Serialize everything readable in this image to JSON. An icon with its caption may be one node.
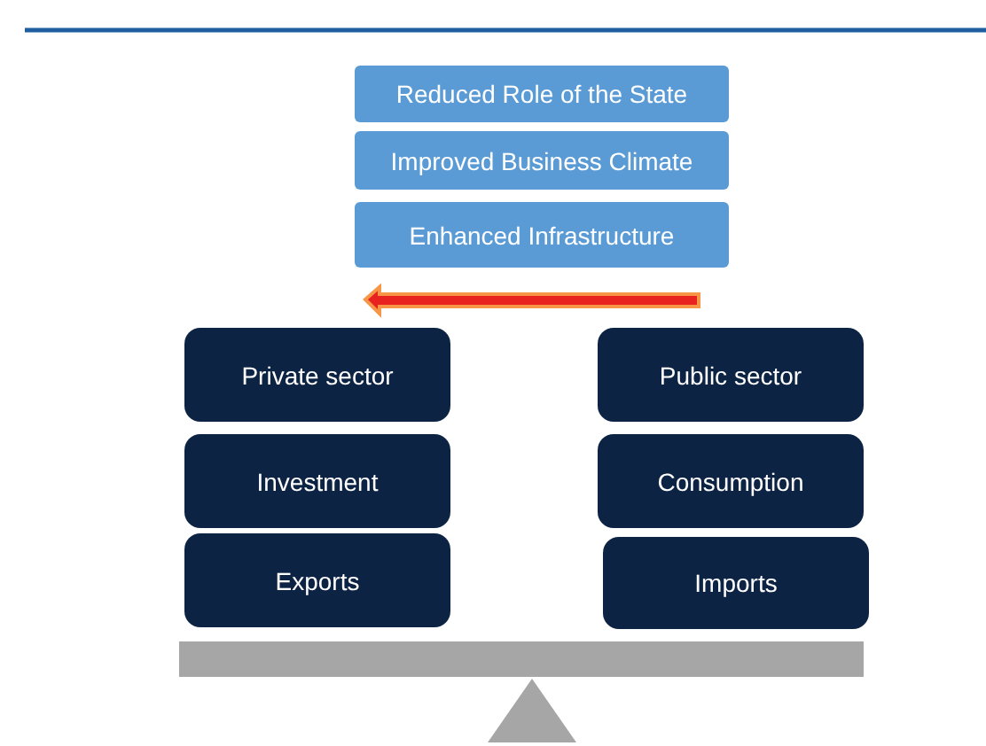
{
  "diagram": {
    "nodes": [
      {
        "text": [
          "Reduced Role of the State"
        ]
      },
      {
        "text": [
          "Improved Business Climate"
        ]
      },
      {
        "text": [
          "Enhanced Infrastructure"
        ]
      },
      {
        "text": [
          "Private sector"
        ]
      },
      {
        "text": [
          "Public sector"
        ]
      },
      {
        "text": [
          "Investment"
        ]
      },
      {
        "text": [
          "Consumption"
        ]
      },
      {
        "text": [
          "Exports"
        ]
      },
      {
        "text": [
          "Imports"
        ]
      }
    ]
  }
}
